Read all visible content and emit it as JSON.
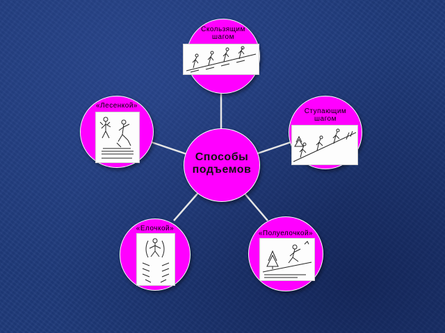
{
  "background_color": "#1f3a7a",
  "node_color": "#ff00ff",
  "line_color": "#e6e6e6",
  "center": {
    "line1": "Способы",
    "line2": "подъемов"
  },
  "nodes": {
    "top": {
      "line1": "Скользящим",
      "line2": "шагом",
      "icon": "skier-sketch"
    },
    "left": {
      "line1": "«Лесенкой»",
      "icon": "skier-sketch"
    },
    "right": {
      "line1": "Ступающим",
      "line2": "шагом",
      "icon": "skier-sketch"
    },
    "bottom_left": {
      "line1": "«Елочкой»",
      "icon": "ski-tracks-sketch"
    },
    "bottom_right": {
      "line1": "«Полуелочкой»",
      "icon": "skier-sketch"
    }
  }
}
